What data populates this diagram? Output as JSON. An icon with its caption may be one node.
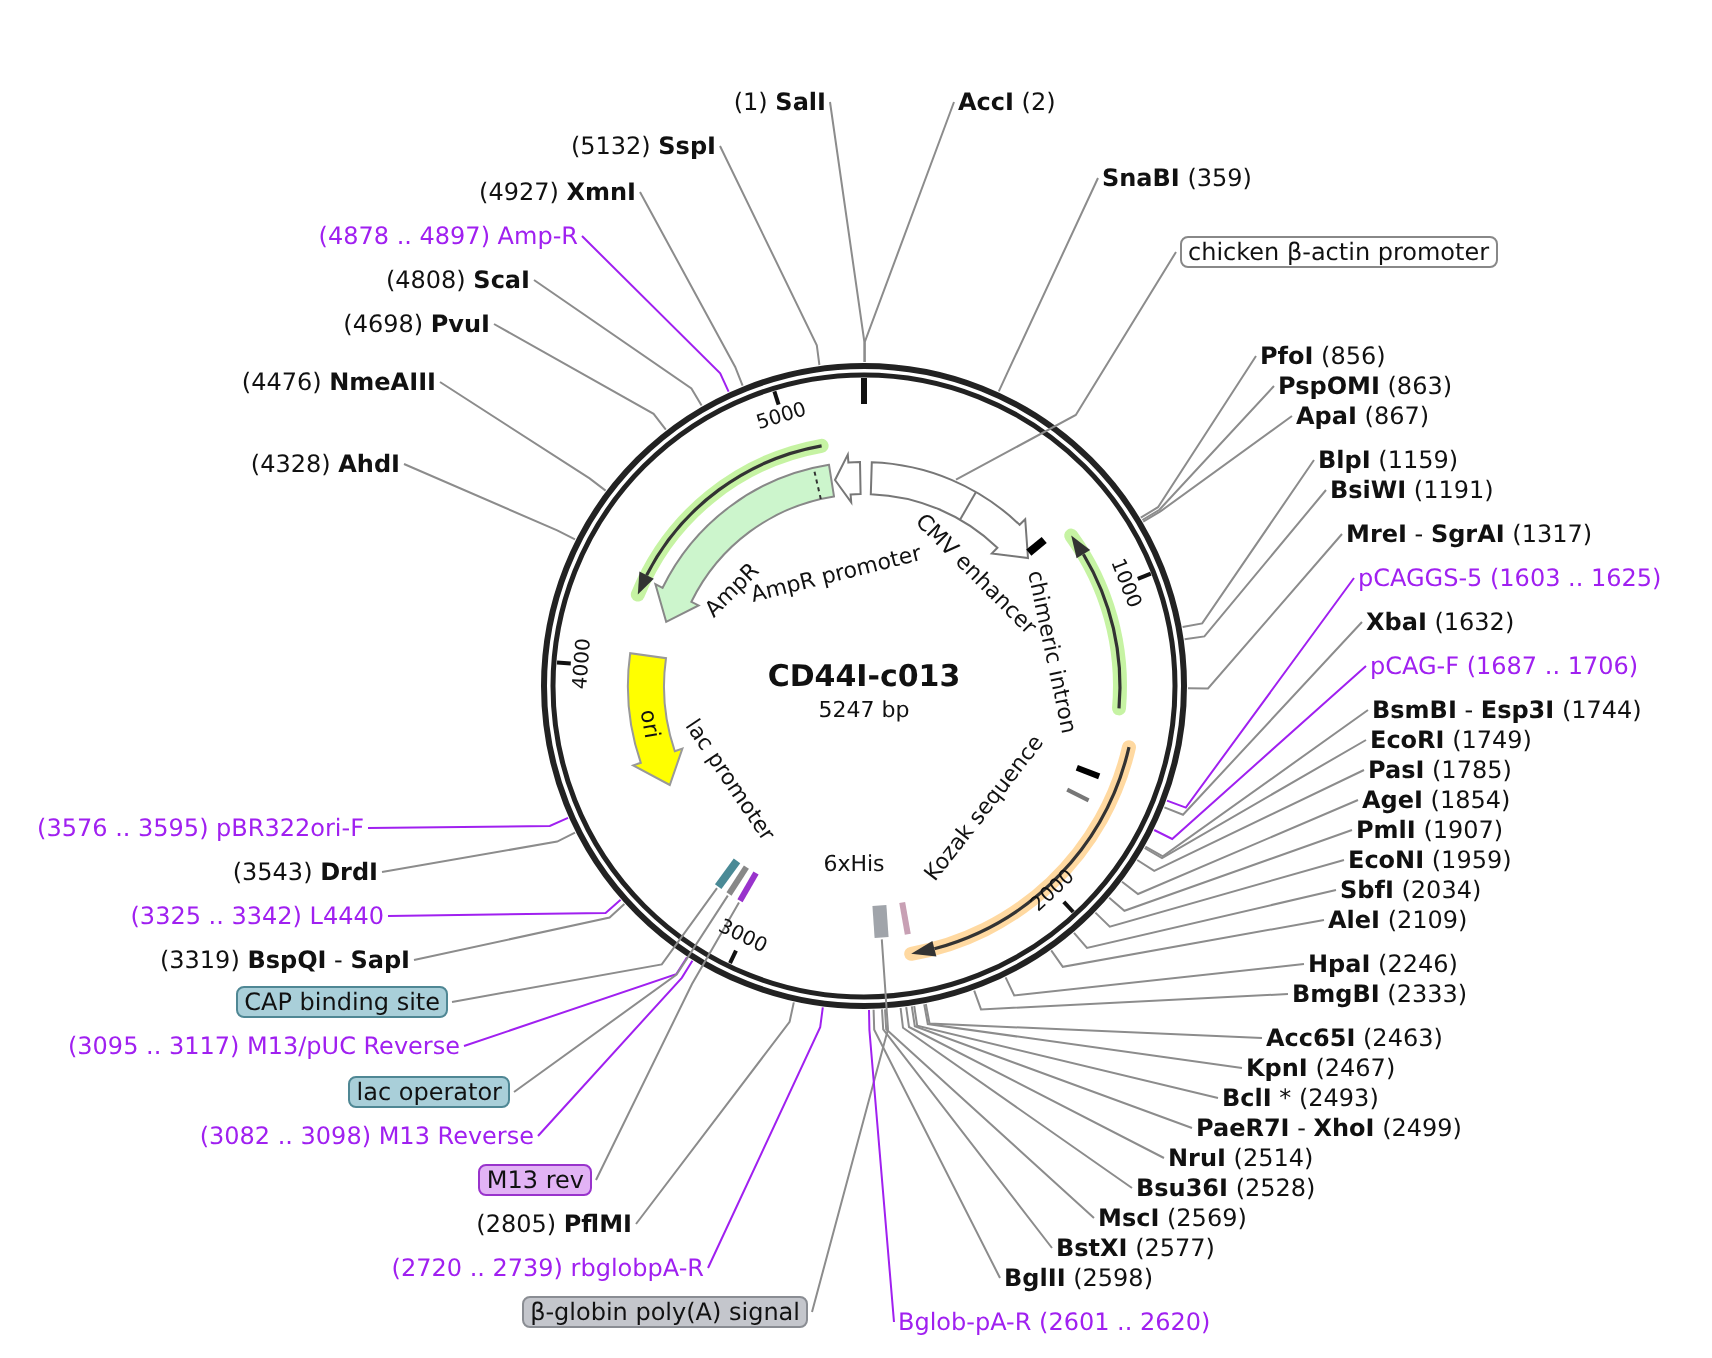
{
  "diagram": {
    "title": "CD44I-c013",
    "nodes": [
      {
        "text": [
          "(1) **SalI**"
        ]
      },
      {
        "text": [
          "**AccI** (2)"
        ]
      },
      {
        "text": [
          "(5132) **SspI**"
        ]
      },
      {
        "text": [
          "**SnaBI** (359)"
        ]
      },
      {
        "text": [
          "(4927) **XmnI**"
        ]
      },
      {
        "text": [
          "(4878 .. 4897) Amp-R"
        ]
      },
      {
        "text": [
          "chicken β-actin promoter"
        ]
      },
      {
        "text": [
          "(4808) **ScaI**"
        ]
      },
      {
        "text": [
          "(4698) **PvuI**"
        ]
      },
      {
        "text": [
          "**PfoI** (856)"
        ]
      },
      {
        "text": [
          "(4476) **NmeAIII**"
        ]
      },
      {
        "text": [
          "**PspOMI** (863)"
        ]
      },
      {
        "text": [
          "**ApaI** (867)"
        ]
      },
      {
        "text": [
          "**BlpI** (1159)"
        ]
      },
      {
        "text": [
          "(4328) **AhdI**"
        ]
      },
      {
        "text": [
          "**BsiWI** (1191)"
        ]
      },
      {
        "text": [
          "**MreI** - **SgrAI** (1317)"
        ]
      },
      {
        "text": [
          "pCAGGS-5 (1603 .. 1625)"
        ]
      },
      {
        "text": [
          "**XbaI** (1632)"
        ]
      },
      {
        "text": [
          "pCAG-F (1687 .. 1706)"
        ]
      },
      {
        "text": [
          "**BsmBI** - **Esp3I** (1744)"
        ]
      },
      {
        "text": [
          "**EcoRI** (1749)"
        ]
      },
      {
        "text": [
          "**PasI** (1785)"
        ]
      },
      {
        "text": [
          "**AgeI** (1854)"
        ]
      },
      {
        "text": [
          "(3576 .. 3595) pBR322ori-F"
        ]
      },
      {
        "text": [
          "**PmlI** (1907)"
        ]
      },
      {
        "text": [
          "**EcoNI** (1959)"
        ]
      },
      {
        "text": [
          "(3543) **DrdI**"
        ]
      },
      {
        "text": [
          "**SbfI** (2034)"
        ]
      },
      {
        "text": [
          "(3325 .. 3342) L4440"
        ]
      },
      {
        "text": [
          "**AleI** (2109)"
        ]
      },
      {
        "text": [
          "(3319) **BspQI** - **SapI**"
        ]
      },
      {
        "text": [
          "**HpaI** (2246)"
        ]
      },
      {
        "text": [
          "**BmgBI** (2333)"
        ]
      },
      {
        "text": [
          "CAP binding site"
        ]
      },
      {
        "text": [
          "**Acc65I** (2463)"
        ]
      },
      {
        "text": [
          "(3095 .. 3117) M13/pUC Reverse"
        ]
      },
      {
        "text": [
          "**KpnI** (2467)"
        ]
      },
      {
        "text": [
          "**BclI** * (2493)"
        ]
      },
      {
        "text": [
          "lac operator"
        ]
      },
      {
        "text": [
          "**PaeR7I** - **XhoI** (2499)"
        ]
      },
      {
        "text": [
          "(3082 .. 3098) M13 Reverse"
        ]
      },
      {
        "text": [
          "**NruI** (2514)"
        ]
      },
      {
        "text": [
          "M13 rev"
        ]
      },
      {
        "text": [
          "**Bsu36I** (2528)"
        ]
      },
      {
        "text": [
          "**MscI** (2569)"
        ]
      },
      {
        "text": [
          "(2805) **PflMI**"
        ]
      },
      {
        "text": [
          "**BstXI** (2577)"
        ]
      },
      {
        "text": [
          "**BglII** (2598)"
        ]
      },
      {
        "text": [
          "(2720 .. 2739) rbglobpA-R"
        ]
      },
      {
        "text": [
          "β-globin poly(A) signal"
        ]
      },
      {
        "text": [
          "Bglob-pA-R (2601 .. 2620)"
        ]
      },
      {
        "text": [
          "AmpR"
        ]
      },
      {
        "text": [
          "AmpR promoter"
        ]
      },
      {
        "text": [
          "CMV enhancer"
        ]
      },
      {
        "text": [
          "chimeric intron"
        ]
      },
      {
        "text": [
          "ori"
        ]
      },
      {
        "text": [
          "lac promoter"
        ]
      },
      {
        "text": [
          "Kozak sequence"
        ]
      },
      {
        "text": [
          "6xHis"
        ]
      },
      {
        "text": [],
        "shape": "arrow"
      },
      {
        "text": [],
        "shape": "bar"
      },
      {
        "text": [],
        "shape": "bar"
      },
      {
        "text": [],
        "shape": "bar"
      },
      {
        "text": [],
        "shape": "bar"
      },
      {
        "text": [],
        "shape": "bar"
      },
      {
        "text": [],
        "shape": "bar"
      },
      {
        "text": [],
        "shape": "bar"
      },
      {
        "text": [],
        "shape": "bar"
      }
    ],
    "edges": [
      {
        "from": 0,
        "to": null,
        "arrow": "none"
      },
      {
        "from": 1,
        "to": null,
        "arrow": "none"
      },
      {
        "from": 2,
        "to": null,
        "arrow": "none"
      },
      {
        "from": 3,
        "to": null,
        "arrow": "none"
      },
      {
        "from": 4,
        "to": null,
        "arrow": "none"
      },
      {
        "from": 5,
        "to": null,
        "arrow": "none",
        "color": "#a020f0"
      },
      {
        "from": 6,
        "to": 60,
        "arrow": "none"
      },
      {
        "from": 7,
        "to": null,
        "arrow": "none"
      },
      {
        "from": 8,
        "to": null,
        "arrow": "none"
      },
      {
        "from": 9,
        "to": null,
        "arrow": "none"
      },
      {
        "from": 10,
        "to": null,
        "arrow": "none"
      },
      {
        "from": 11,
        "to": null,
        "arrow": "none"
      },
      {
        "from": 12,
        "to": null,
        "arrow": "none"
      },
      {
        "from": 13,
        "to": null,
        "arrow": "none"
      },
      {
        "from": 14,
        "to": null,
        "arrow": "none"
      },
      {
        "from": 15,
        "to": null,
        "arrow": "none"
      },
      {
        "from": 16,
        "to": null,
        "arrow": "none"
      },
      {
        "from": 17,
        "to": null,
        "arrow": "none",
        "color": "#a020f0"
      },
      {
        "from": 18,
        "to": null,
        "arrow": "none"
      },
      {
        "from": 19,
        "to": null,
        "arrow": "none",
        "color": "#a020f0"
      },
      {
        "from": 20,
        "to": null,
        "arrow": "none"
      },
      {
        "from": 21,
        "to": null,
        "arrow": "none"
      },
      {
        "from": 22,
        "to": null,
        "arrow": "none"
      },
      {
        "from": 23,
        "to": null,
        "arrow": "none"
      },
      {
        "from": 24,
        "to": null,
        "arrow": "none",
        "color": "#a020f0"
      },
      {
        "from": 25,
        "to": null,
        "arrow": "none"
      },
      {
        "from": 26,
        "to": null,
        "arrow": "none"
      },
      {
        "from": 27,
        "to": null,
        "arrow": "none"
      },
      {
        "from": 28,
        "to": null,
        "arrow": "none"
      },
      {
        "from": 29,
        "to": null,
        "arrow": "none",
        "color": "#a020f0"
      },
      {
        "from": 30,
        "to": null,
        "arrow": "none"
      },
      {
        "from": 31,
        "to": null,
        "arrow": "none"
      },
      {
        "from": 32,
        "to": null,
        "arrow": "none"
      },
      {
        "from": 33,
        "to": null,
        "arrow": "none"
      },
      {
        "from": 34,
        "to": 61,
        "arrow": "none"
      },
      {
        "from": 35,
        "to": null,
        "arrow": "none"
      },
      {
        "from": 36,
        "to": null,
        "arrow": "none",
        "color": "#a020f0"
      },
      {
        "from": 37,
        "to": null,
        "arrow": "none"
      },
      {
        "from": 38,
        "to": null,
        "arrow": "none"
      },
      {
        "from": 39,
        "to": 62,
        "arrow": "none"
      },
      {
        "from": 40,
        "to": null,
        "arrow": "none"
      },
      {
        "from": 41,
        "to": null,
        "arrow": "none",
        "color": "#a020f0"
      },
      {
        "from": 42,
        "to": null,
        "arrow": "none"
      },
      {
        "from": 43,
        "to": 63,
        "arrow": "none"
      },
      {
        "from": 44,
        "to": null,
        "arrow": "none"
      },
      {
        "from": 45,
        "to": null,
        "arrow": "none"
      },
      {
        "from": 46,
        "to": null,
        "arrow": "none"
      },
      {
        "from": 47,
        "to": null,
        "arrow": "none"
      },
      {
        "from": 48,
        "to": null,
        "arrow": "none"
      },
      {
        "from": 49,
        "to": null,
        "arrow": "none",
        "color": "#a020f0"
      },
      {
        "from": 50,
        "to": 64,
        "arrow": "none"
      },
      {
        "from": 51,
        "to": null,
        "arrow": "none",
        "color": "#a020f0"
      }
    ],
    "labels": [
      "5247 bp",
      "5000",
      "1000",
      "4000",
      "2000",
      "3000"
    ]
  }
}
